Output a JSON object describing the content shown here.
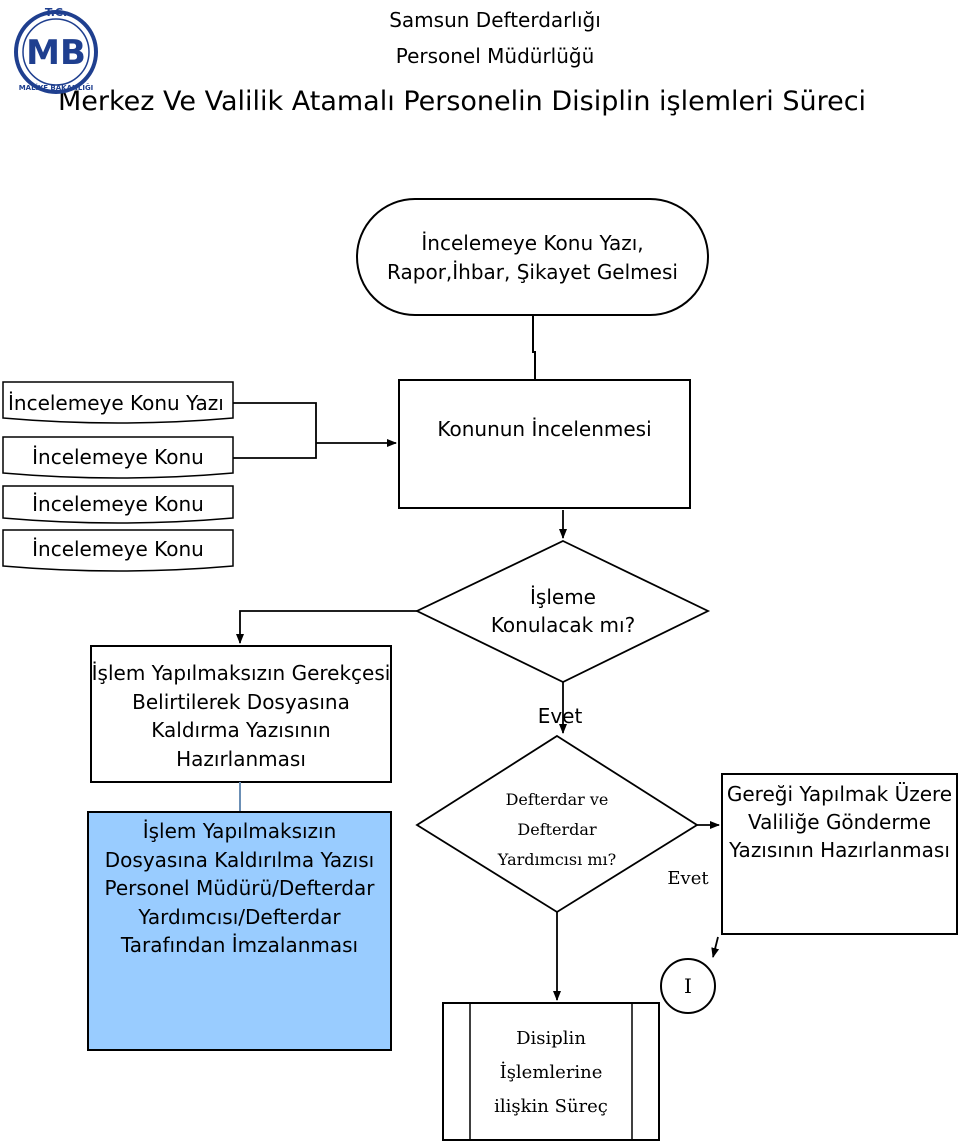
{
  "header": {
    "org": "Samsun Defterdarlığı",
    "unit": "Personel Müdürlüğü",
    "title": "Merkez Ve Valilik Atamalı Personelin Disiplin işlemleri Süreci"
  },
  "logo": {
    "top_text": "T.C.",
    "mark": "MB",
    "ring_text": "MALİYE BAKANLIĞI"
  },
  "nodes": {
    "start": [
      "İncelemeye Konu Yazı,",
      "Rapor,İhbar, Şikayet Gelmesi"
    ],
    "docs": [
      "İncelemeye Konu Yazı",
      "İncelemeye Konu",
      "İncelemeye Konu",
      "İncelemeye Konu"
    ],
    "review": "Konunun İncelenmesi",
    "decision1": [
      "İşleme",
      "Konulacak mı?"
    ],
    "reject_prepare": [
      "İşlem Yapılmaksızın Gerekçesi",
      "Belirtilerek Dosyasına",
      "Kaldırma Yazısının",
      "Hazırlanması"
    ],
    "reject_sign": [
      "İşlem Yapılmaksızın",
      "Dosyasına Kaldırılma Yazısı",
      "Personel Müdürü/Defterdar",
      "Yardımcısı/Defterdar",
      "Tarafından İmzalanması"
    ],
    "decision2": [
      "Defterdar ve",
      "Defterdar",
      "Yardımcısı mı?"
    ],
    "governor": [
      "Gereği Yapılmak Üzere",
      "Valiliğe Gönderme",
      "Yazısının Hazırlanması"
    ],
    "connector": "I",
    "subprocess": [
      "Disiplin",
      "İşlemlerine",
      "ilişkin Süreç"
    ]
  },
  "labels": {
    "yes1": "Evet",
    "yes2": "Evet"
  },
  "colors": {
    "highlight_fill": "#99ccff",
    "line": "#000000",
    "divider_blue": "#6b8fb5"
  }
}
